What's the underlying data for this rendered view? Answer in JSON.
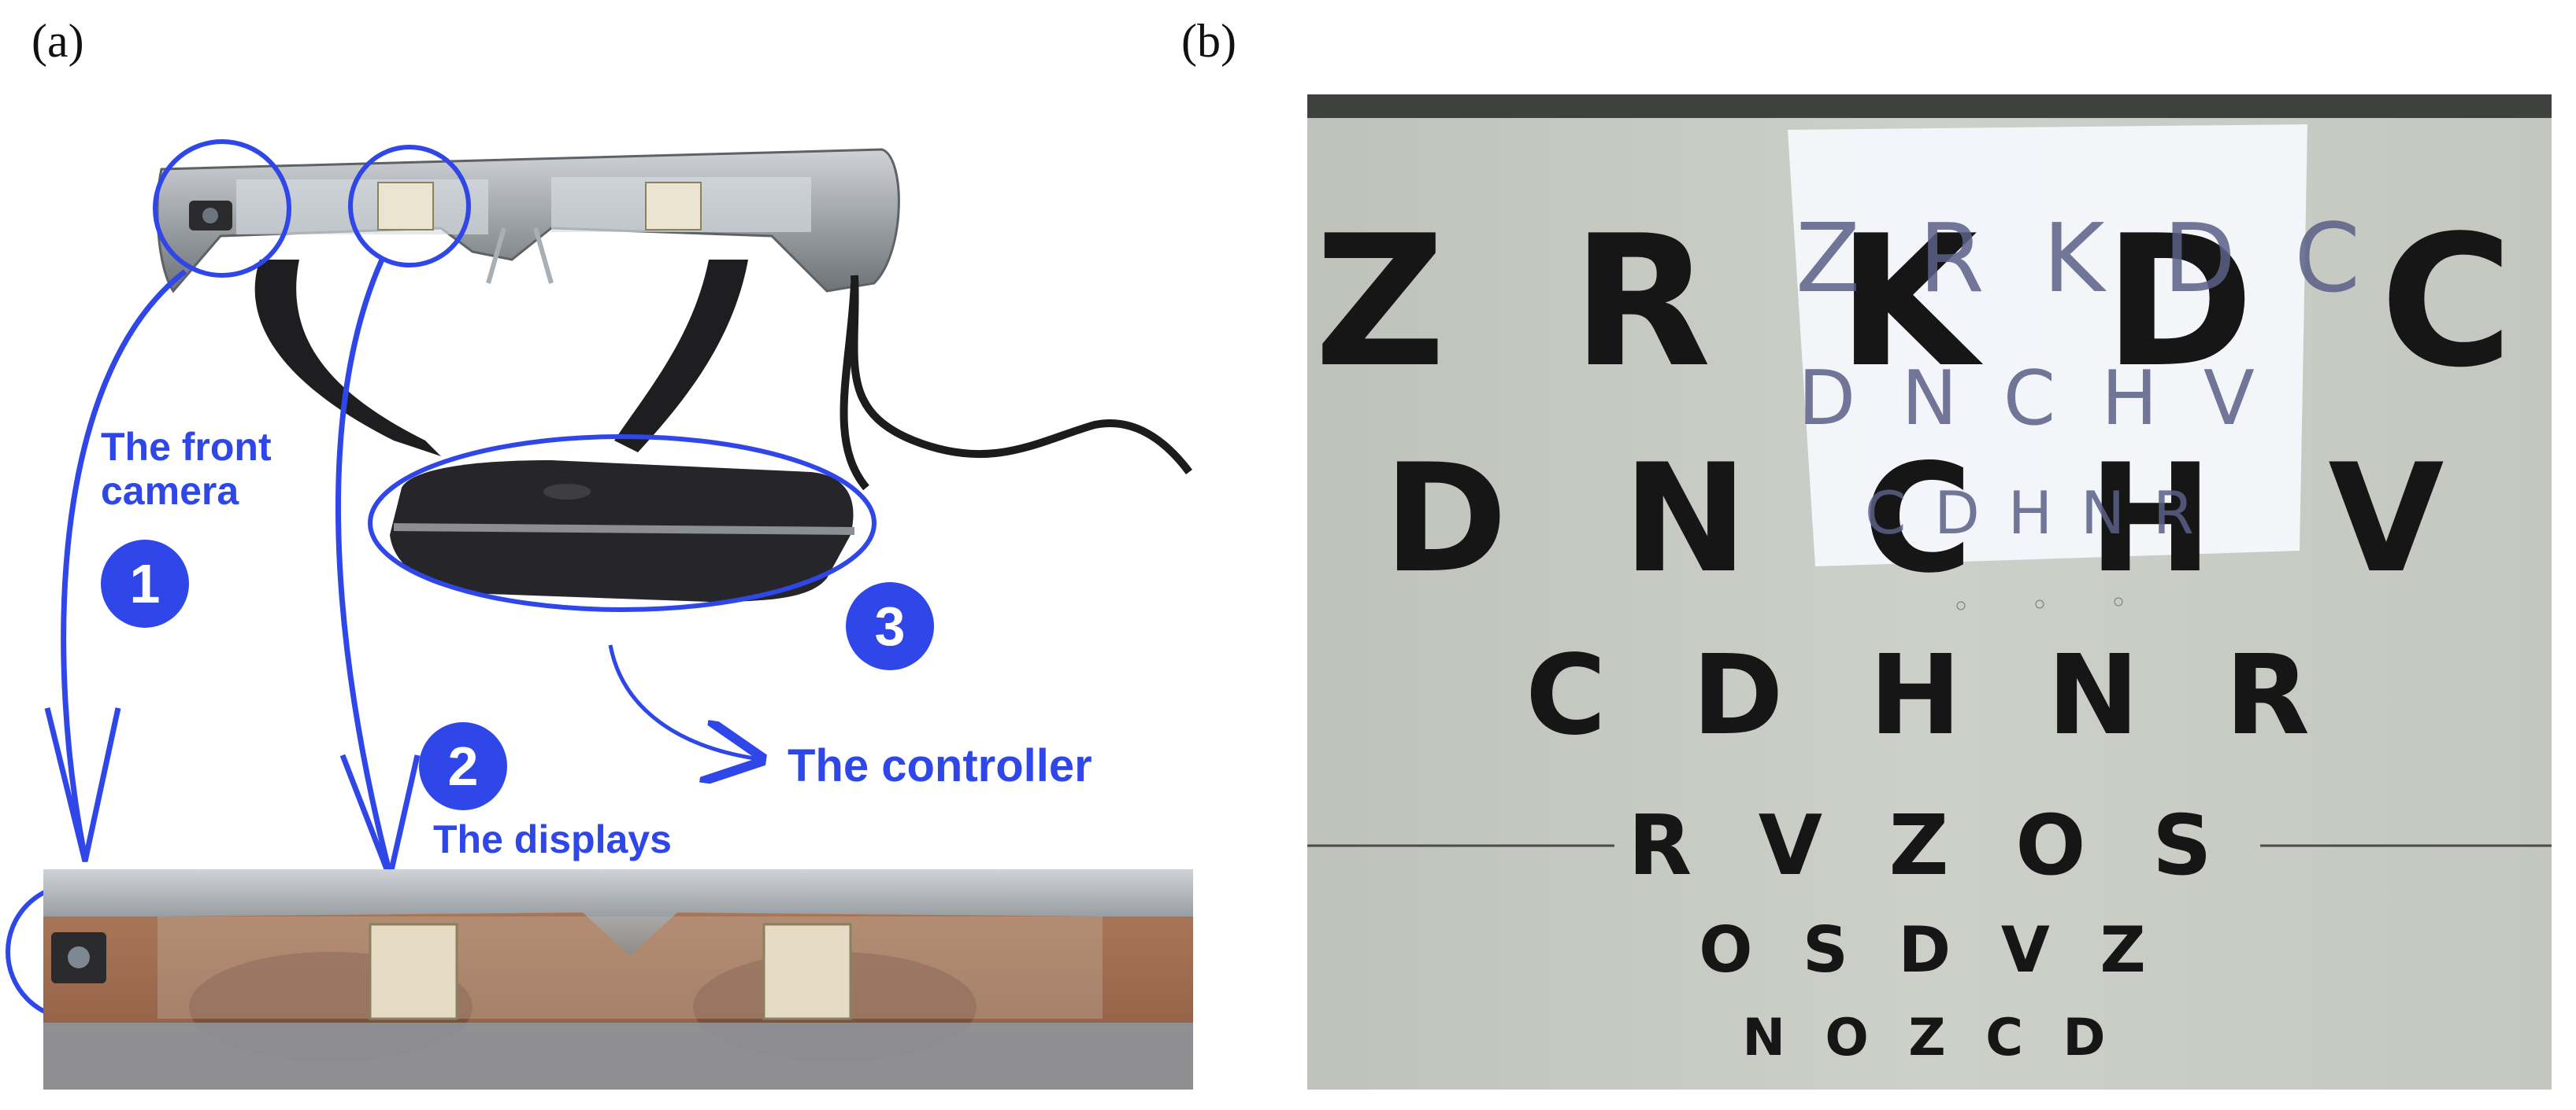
{
  "panels": {
    "a": {
      "label": "(a)"
    },
    "b": {
      "label": "(b)"
    }
  },
  "annotations": {
    "badge_1": "1",
    "badge_2": "2",
    "badge_3": "3",
    "front_camera": "The front camera",
    "displays": "The displays",
    "controller": "The controller"
  },
  "eye_chart": {
    "rows": [
      "Z R K D C",
      "D N C H V",
      "C D H N R",
      "R V Z O S",
      "O S D V Z",
      "N O Z C D"
    ]
  },
  "projected_screen": {
    "rows": [
      "Z R K D C",
      "D N C H V",
      "C D H N R"
    ]
  },
  "colors": {
    "annotation": "#2f46e8",
    "chart_background": "#c9cbc4",
    "glasses_frame": "#9ea3a8",
    "controller_body": "#2a2a2d"
  }
}
